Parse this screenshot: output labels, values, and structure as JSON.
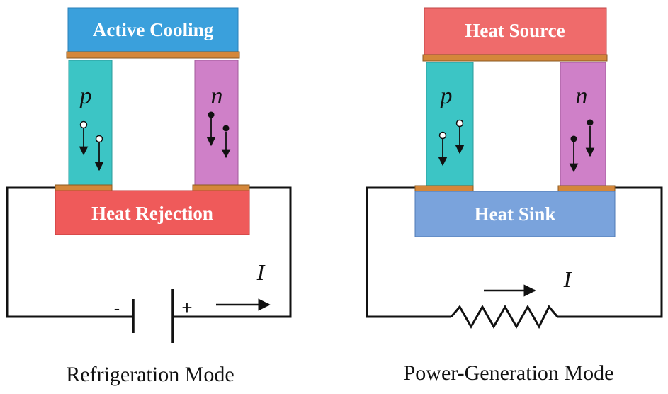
{
  "colors": {
    "active_cooling_box": "#3aa0dc",
    "heat_rejection_box": "#ef5a5a",
    "heat_source_box": "#ef6b6b",
    "heat_sink_box": "#7aa3dc",
    "p_leg": "#3cc5c5",
    "n_leg": "#cf80c8",
    "connector": "#d4873a",
    "wire": "#111111"
  },
  "refrigeration": {
    "top_label": "Active Cooling",
    "bottom_label": "Heat Rejection",
    "p_label": "p",
    "n_label": "n",
    "minus": "-",
    "plus": "+",
    "current_label": "I",
    "caption": "Refrigeration Mode"
  },
  "power_generation": {
    "top_label": "Heat Source",
    "bottom_label": "Heat Sink",
    "p_label": "p",
    "n_label": "n",
    "current_label": "I",
    "caption": "Power-Generation Mode"
  }
}
